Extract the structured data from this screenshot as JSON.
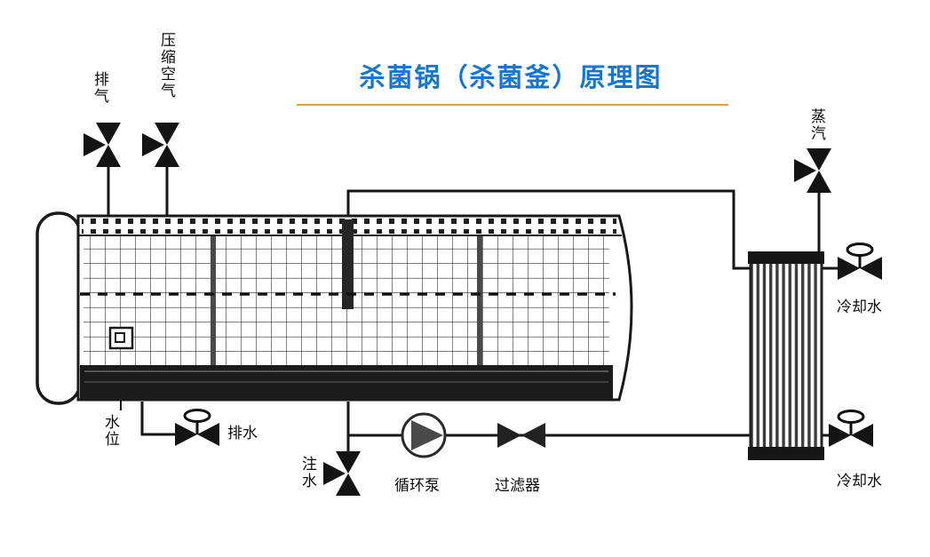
{
  "title": {
    "text": "杀菌锅（杀菌釜）原理图"
  },
  "labels": {
    "exhaust": "排气",
    "compressed_air": "压缩空气",
    "steam": "蒸汽",
    "cooling_water_top": "冷却水",
    "cooling_water_bottom": "冷却水",
    "water_level": "水位",
    "drain": "排水",
    "water_inlet": "注水",
    "circulation_pump": "循环泵",
    "filter": "过滤器"
  },
  "colors": {
    "title_blue": "#1476d0",
    "underline_gold": "#dba43c",
    "line_black": "#161616"
  },
  "icons": {
    "hand_valve": "valve-icon",
    "wheel_valve": "globe-valve-icon",
    "pump": "circulation-pump-icon",
    "filter": "filter-icon",
    "heat_exchanger": "heat-exchanger-icon",
    "vessel": "retort-vessel"
  }
}
